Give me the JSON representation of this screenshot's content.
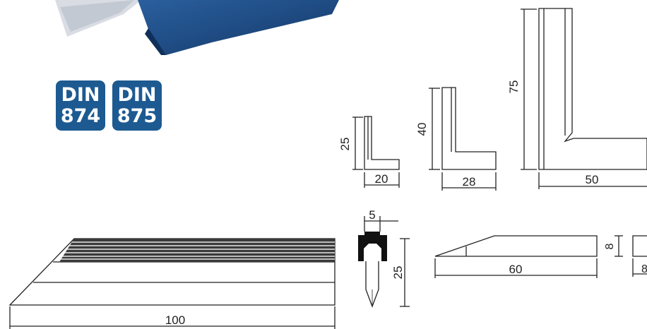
{
  "badges": [
    {
      "line1": "DIN",
      "line2": "874"
    },
    {
      "line1": "DIN",
      "line2": "875"
    }
  ],
  "dimensions": {
    "small_square_height": "25",
    "small_square_width": "20",
    "medium_square_height": "40",
    "medium_square_width": "28",
    "large_square_height": "75",
    "large_square_width": "50",
    "straightedge_length": "100",
    "profile_width": "5",
    "profile_height": "25",
    "wedge_length": "60",
    "wedge_height": "8",
    "block_width": "8"
  },
  "colors": {
    "badge": "#1d5a91",
    "case": "#1f4b86",
    "line": "#222222"
  }
}
